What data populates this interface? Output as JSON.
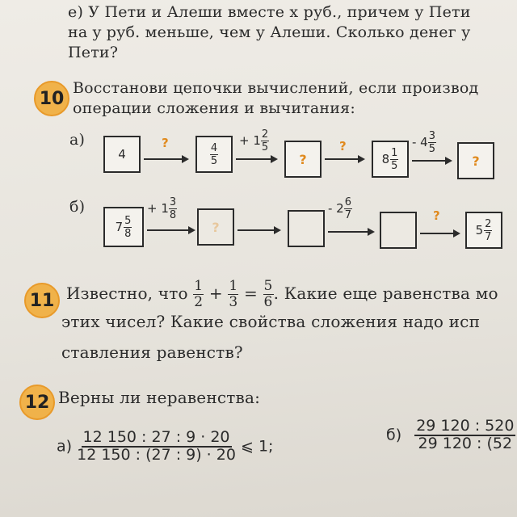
{
  "problem_e": {
    "line1": "е) У Пети и Алеши вместе x руб., причем у Пети",
    "line2": "на y руб. меньше, чем у Алеши. Сколько денег у",
    "line3": "Пети?"
  },
  "problem10": {
    "number": "10",
    "line1": "Восстанови цепочки вычислений, если производ",
    "line2": "операции сложения и вычитания:",
    "a_label": "а)",
    "b_label": "б)",
    "a": {
      "box1": "4",
      "arrow1_op": "?",
      "box2_num": "4",
      "box2_den": "5",
      "arrow2_op_sign": "+ 1",
      "arrow2_op_num": "2",
      "arrow2_op_den": "5",
      "box3": "?",
      "arrow3_op": "?",
      "box4_whole": "8",
      "box4_num": "1",
      "box4_den": "5",
      "arrow4_op_sign": "- 4",
      "arrow4_op_num": "3",
      "arrow4_op_den": "5",
      "box5": "?"
    },
    "b": {
      "box1_whole": "7",
      "box1_num": "5",
      "box1_den": "8",
      "arrow1_op_sign": "+ 1",
      "arrow1_op_num": "3",
      "arrow1_op_den": "8",
      "box2": "?",
      "box3": "",
      "arrow3_op_sign": "- 2",
      "arrow3_op_num": "6",
      "arrow3_op_den": "7",
      "box4": "",
      "arrow4_op": "?",
      "box5_whole": "5",
      "box5_num": "2",
      "box5_den": "7"
    }
  },
  "problem11": {
    "number": "11",
    "line1_start": "Известно, что",
    "f1_num": "1",
    "f1_den": "2",
    "plus": "+",
    "f2_num": "1",
    "f2_den": "3",
    "equals": "=",
    "f3_num": "5",
    "f3_den": "6",
    "line1_end": ". Какие еще равенства мо",
    "line2": "этих чисел? Какие свойства сложения надо исп",
    "line3": "ставления равенств?"
  },
  "problem12": {
    "number": "12",
    "title": "Верны ли неравенства:",
    "a_label": "а)",
    "a_num": "12 150 : 27 : 9 · 20",
    "a_den": "12 150 : (27 : 9) · 20",
    "a_rel": "⩽ 1;",
    "b_label": "б)",
    "b_num": "29 120 : 520",
    "b_den": "29 120 : (52"
  }
}
